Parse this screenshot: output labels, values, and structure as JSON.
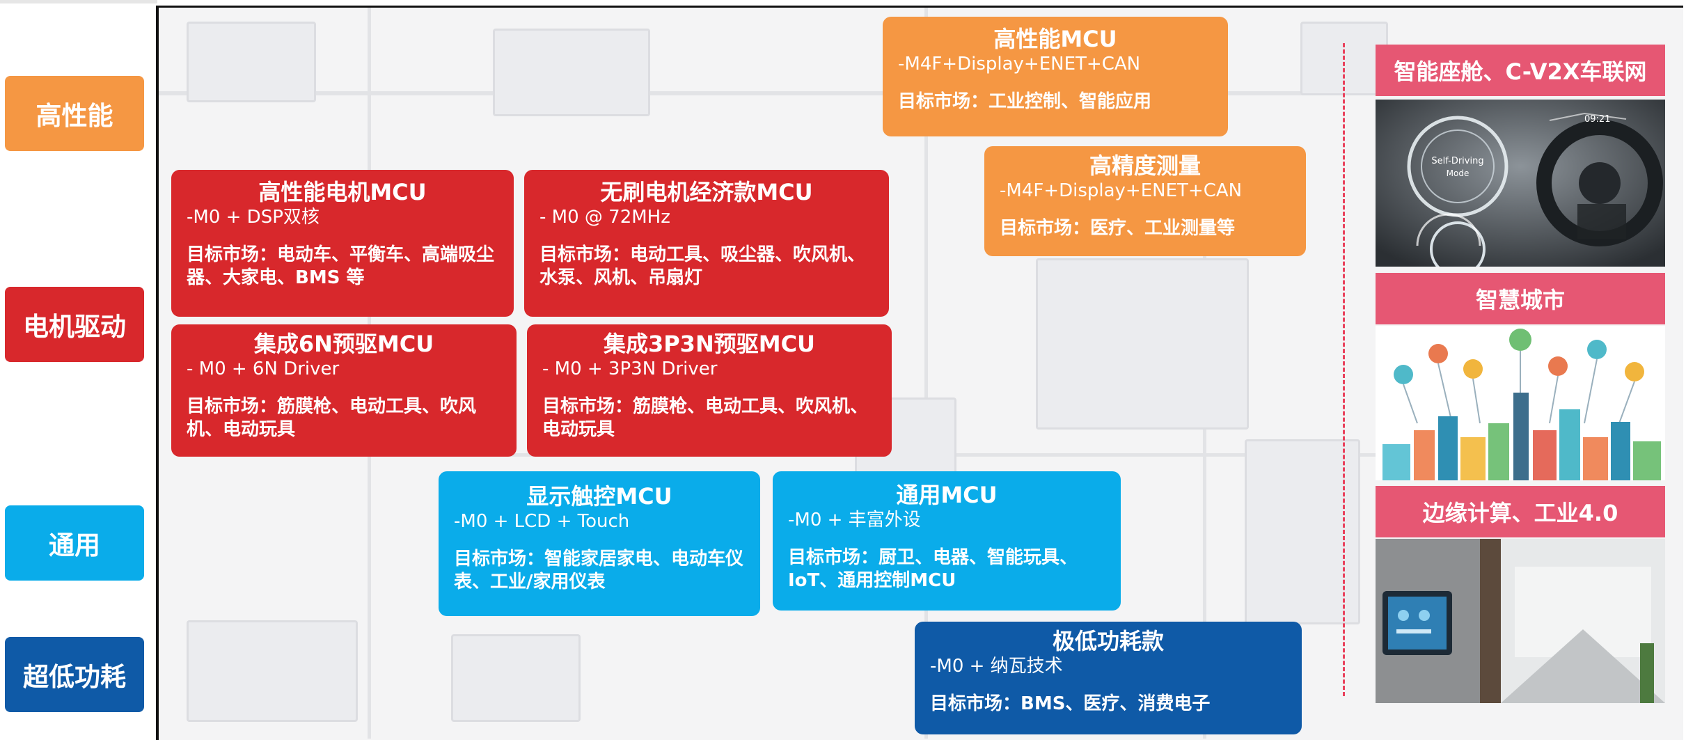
{
  "categories": {
    "high_perf": "高性能",
    "motor": "电机驱动",
    "general": "通用",
    "ultra_low": "超低功耗"
  },
  "products": {
    "hp_mcu": {
      "title": "高性能MCU",
      "spec": "-M4F+Display+ENET+CAN",
      "market": "目标市场：工业控制、智能应用"
    },
    "precision": {
      "title": "高精度测量",
      "spec": "-M4F+Display+ENET+CAN",
      "market": "目标市场：医疗、工业测量等"
    },
    "hp_motor": {
      "title": "高性能电机MCU",
      "spec": "-M0 + DSP双核",
      "market": "目标市场：电动车、平衡车、高端吸尘器、大家电、BMS 等"
    },
    "bldc": {
      "title": "无刷电机经济款MCU",
      "spec": "- M0 @ 72MHz",
      "market": "目标市场：电动工具、吸尘器、吹风机、水泵、风机、吊扇灯"
    },
    "pre6n": {
      "title": "集成6N预驱MCU",
      "spec": "- M0 + 6N Driver",
      "market": "目标市场：筋膜枪、电动工具、吹风机、电动玩具"
    },
    "pre3p3n": {
      "title": "集成3P3N预驱MCU",
      "spec": "- M0  + 3P3N Driver",
      "market": "目标市场：筋膜枪、电动工具、吹风机、电动玩具"
    },
    "touch": {
      "title": "显示触控MCU",
      "spec": "-M0 + LCD + Touch",
      "market": "目标市场：智能家居家电、电动车仪表、工业/家用仪表"
    },
    "general_mcu": {
      "title": "通用MCU",
      "spec": "-M0 + 丰富外设",
      "market": "目标市场：厨卫、电器、智能玩具、IoT、通用控制MCU"
    },
    "low_power": {
      "title": "极低功耗款",
      "spec": "-M0 + 纳瓦技术",
      "market": "目标市场：BMS、医疗、消费电子"
    }
  },
  "applications": {
    "cockpit": {
      "title": "智能座舱、C-V2X车联网",
      "img_text_1": "Self-Driving",
      "img_text_2": "Mode",
      "img_text_3": "09:21"
    },
    "city": {
      "title": "智慧城市"
    },
    "edge": {
      "title": "边缘计算、工业4.0"
    }
  },
  "colors": {
    "high_perf": "#f59743",
    "motor": "#d8282c",
    "general": "#0aacea",
    "ultra_low": "#0f5aa7",
    "app_header": "#e65773",
    "divider": "#e9415c"
  }
}
